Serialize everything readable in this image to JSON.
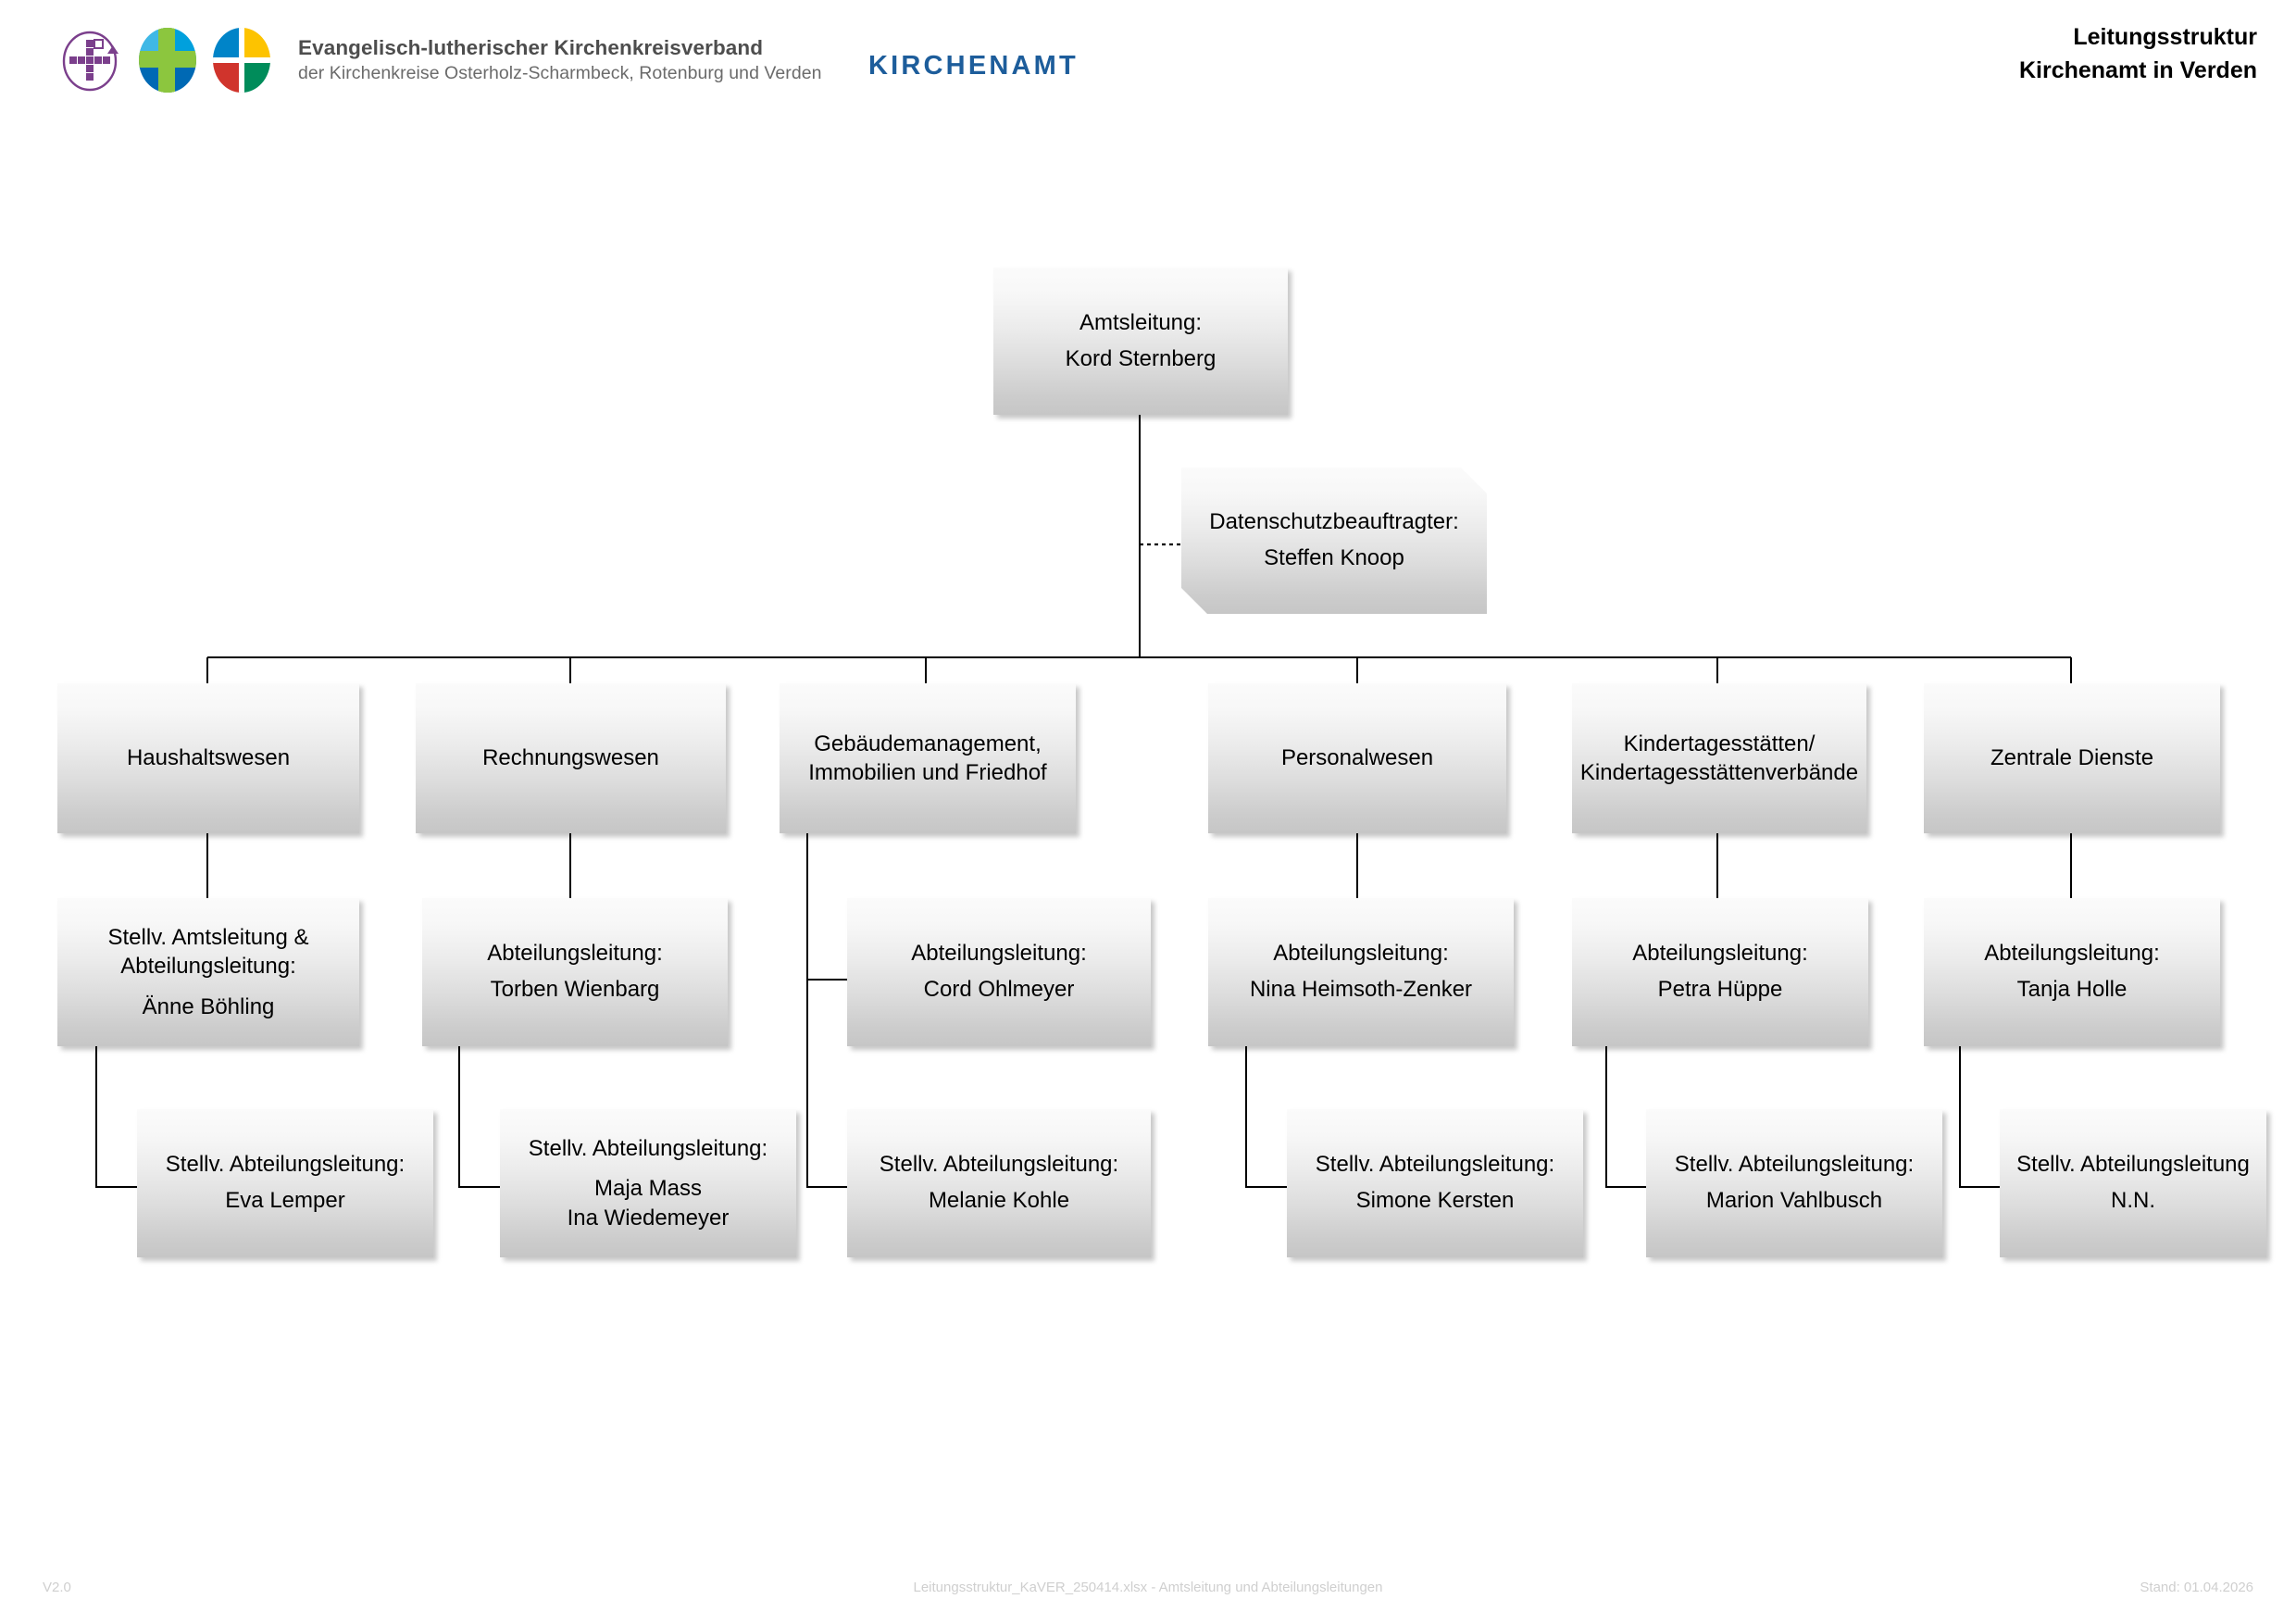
{
  "header": {
    "logo": {
      "icon_1": "purple-cross-circle-logo-icon",
      "icon_2": "green-blue-cross-oval-logo-icon",
      "icon_3": "four-color-quartered-oval-logo-icon",
      "line1": "Evangelisch-lutherischer Kirchenkreisverband",
      "line2": "der Kirchenkreise Osterholz-Scharmbeck, Rotenburg und Verden"
    },
    "wordmark": "KIRCHENAMT",
    "wordmark_color": "#1d5d9b",
    "title_line1": "Leitungsstruktur",
    "title_line2": "Kirchenamt in Verden"
  },
  "chart_data": {
    "type": "diagram",
    "diagram_type": "organizational-chart",
    "title": "Leitungsstruktur Kirchenamt in Verden",
    "node_fill_top": "#fbfbfb",
    "node_fill_bottom": "#c6c6c6",
    "connector_color": "#000000",
    "root": {
      "id": "amtsleitung",
      "lines": [
        "Amtsleitung:",
        "Kord Sternberg"
      ]
    },
    "staff": {
      "id": "datenschutz",
      "shape": "snip-diagonal-corner-rectangle",
      "connector": "dotted",
      "lines": [
        "Datenschutzbeauftragter:",
        "Steffen Knoop"
      ]
    },
    "departments": [
      {
        "id": "haushaltswesen",
        "lines": [
          "Haushaltswesen"
        ],
        "lead": {
          "id": "lead-haushaltswesen",
          "lines": [
            "Stellv. Amtsleitung &",
            "Abteilungsleitung:",
            "Änne Böhling"
          ],
          "tight": true
        },
        "deputy": {
          "id": "deputy-haushaltswesen",
          "lines": [
            "Stellv. Abteilungsleitung:",
            "Eva Lemper"
          ]
        }
      },
      {
        "id": "rechnungswesen",
        "lines": [
          "Rechnungswesen"
        ],
        "lead": {
          "id": "lead-rechnungswesen",
          "lines": [
            "Abteilungsleitung:",
            "Torben Wienbarg"
          ]
        },
        "deputy": {
          "id": "deputy-rechnungswesen",
          "lines": [
            "Stellv. Abteilungsleitung:",
            "Maja Mass",
            "Ina Wiedemeyer"
          ],
          "tight": true
        }
      },
      {
        "id": "gebaeudemanagement",
        "lines": [
          "Gebäudemanagement,",
          "Immobilien und Friedhof"
        ],
        "lead": {
          "id": "lead-gebaeudemanagement",
          "lines": [
            "Abteilungsleitung:",
            "Cord Ohlmeyer"
          ]
        },
        "deputy": {
          "id": "deputy-gebaeudemanagement",
          "lines": [
            "Stellv. Abteilungsleitung:",
            "Melanie Kohle"
          ]
        }
      },
      {
        "id": "personalwesen",
        "lines": [
          "Personalwesen"
        ],
        "lead": {
          "id": "lead-personalwesen",
          "lines": [
            "Abteilungsleitung:",
            "Nina Heimsoth-Zenker"
          ]
        },
        "deputy": {
          "id": "deputy-personalwesen",
          "lines": [
            "Stellv. Abteilungsleitung:",
            "Simone Kersten"
          ]
        }
      },
      {
        "id": "kindertagesstaetten",
        "lines": [
          "Kindertagesstätten/",
          "Kindertagesstättenverbände"
        ],
        "lead": {
          "id": "lead-kindertagesstaetten",
          "lines": [
            "Abteilungsleitung:",
            "Petra Hüppe"
          ]
        },
        "deputy": {
          "id": "deputy-kindertagesstaetten",
          "lines": [
            "Stellv. Abteilungsleitung:",
            "Marion Vahlbusch"
          ]
        }
      },
      {
        "id": "zentrale-dienste",
        "lines": [
          "Zentrale Dienste"
        ],
        "lead": {
          "id": "lead-zentrale-dienste",
          "lines": [
            "Abteilungsleitung:",
            "Tanja Holle"
          ]
        },
        "deputy": {
          "id": "deputy-zentrale-dienste",
          "lines": [
            "Stellv. Abteilungsleitung",
            "N.N."
          ]
        }
      }
    ]
  },
  "footer": {
    "version": "V2.0",
    "source": "Leitungsstruktur_KaVER_250414.xlsx - Amtsleitung und Abteilungsleitungen",
    "date": "Stand: 01.04.2026"
  }
}
